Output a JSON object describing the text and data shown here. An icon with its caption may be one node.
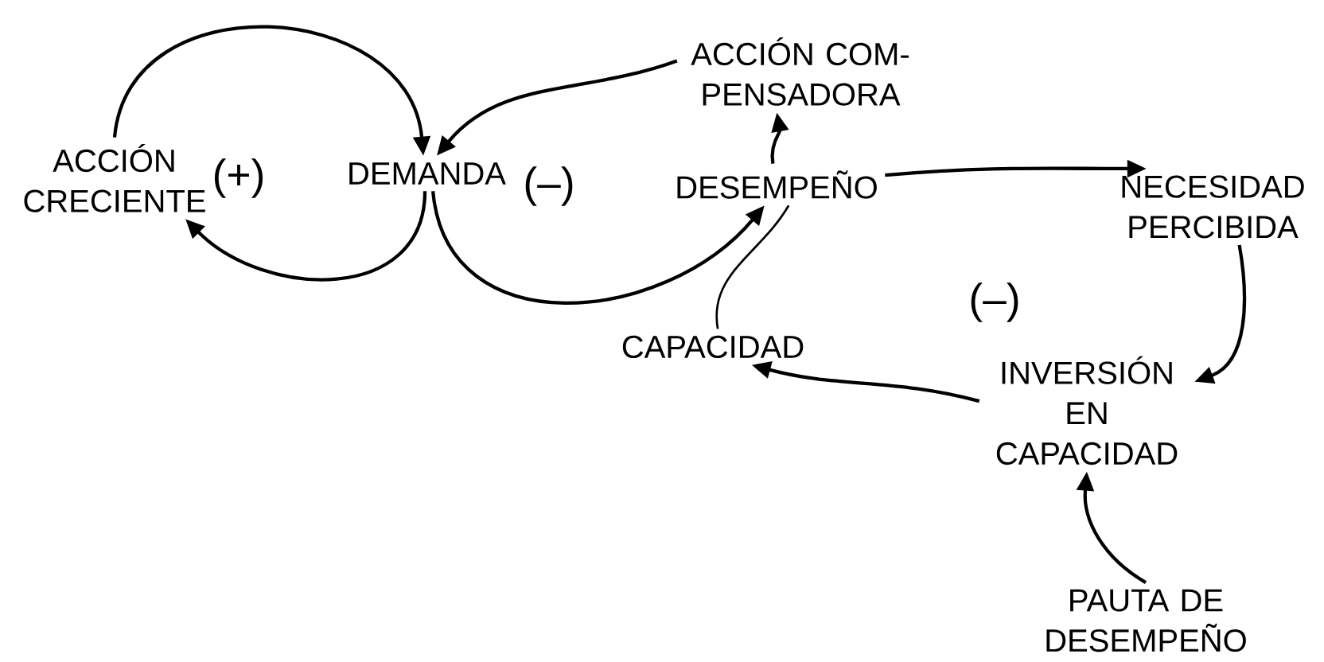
{
  "diagram": {
    "nodes": [
      {
        "text": [
          "ACCIÓN CRECIENTE"
        ]
      },
      {
        "text": [
          "DEMANDA"
        ]
      },
      {
        "text": [
          "ACCIÓN COM- PENSADORA"
        ]
      },
      {
        "text": [
          "DESEMPEÑO"
        ]
      },
      {
        "text": [
          "NECESIDAD PERCIBIDA"
        ]
      },
      {
        "text": [
          "CAPACIDAD"
        ]
      },
      {
        "text": [
          "INVERSIÓN EN CAPACIDAD"
        ]
      },
      {
        "text": [
          "PAUTA DE DESEMPEÑO"
        ]
      }
    ],
    "edges": [
      {
        "from": 0,
        "to": 1,
        "arrow": "to"
      },
      {
        "from": 1,
        "to": 0,
        "arrow": "to"
      },
      {
        "from": 2,
        "to": 1,
        "arrow": "to"
      },
      {
        "from": 3,
        "to": 2,
        "arrow": "to"
      },
      {
        "from": 1,
        "to": 3,
        "arrow": "to"
      },
      {
        "from": 5,
        "to": 3,
        "arrow": "none"
      },
      {
        "from": 3,
        "to": 4,
        "arrow": "to"
      },
      {
        "from": 4,
        "to": 6,
        "arrow": "to"
      },
      {
        "from": 6,
        "to": 5,
        "arrow": "to"
      },
      {
        "from": 7,
        "to": 6,
        "arrow": "to"
      }
    ],
    "labels": [
      "(+)",
      "(–)",
      "(–)"
    ]
  }
}
